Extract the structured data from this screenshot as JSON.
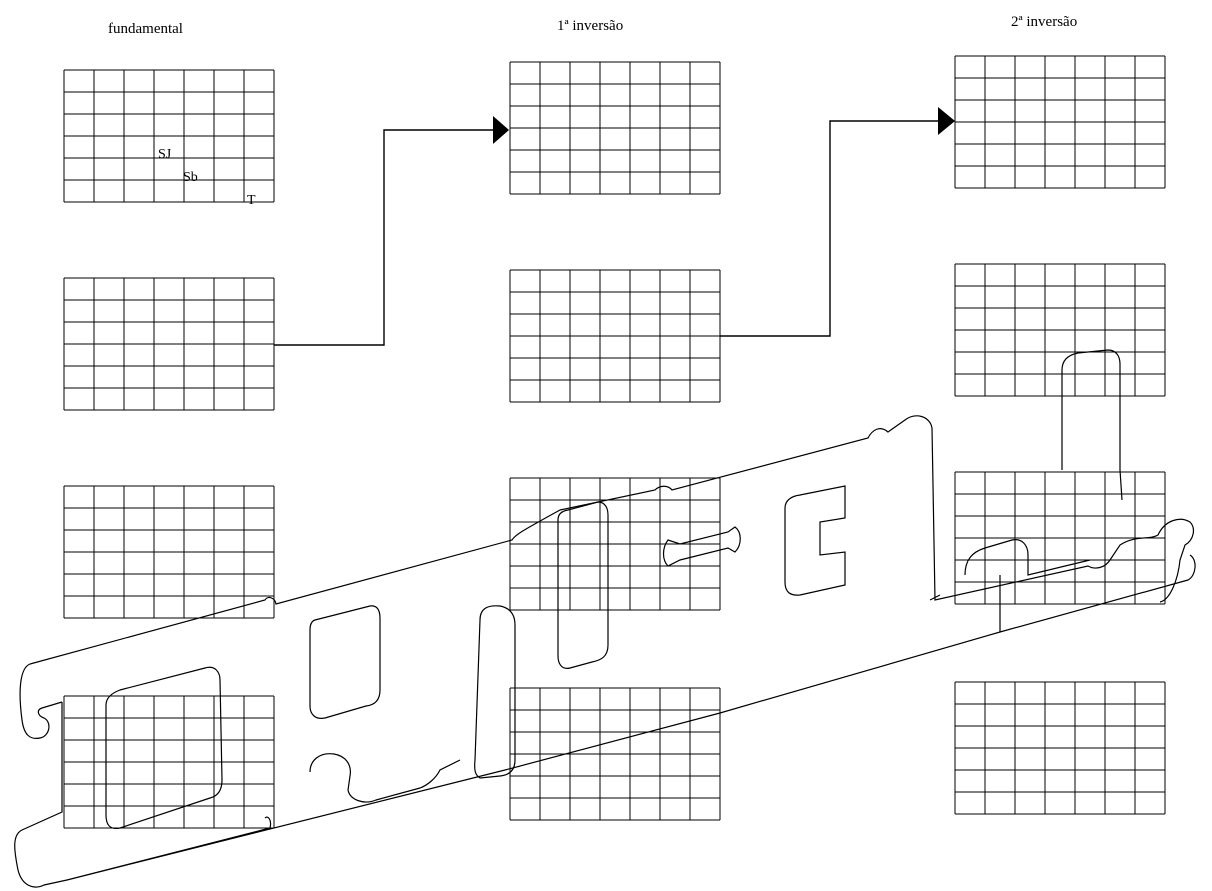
{
  "columns": [
    {
      "title": "fundamental"
    },
    {
      "title": "1ª inversão"
    },
    {
      "title": "2ª inversão"
    }
  ],
  "grid": {
    "rows": 6,
    "cols": 7
  },
  "cell_labels": [
    "SJ",
    "Sb",
    "T"
  ]
}
